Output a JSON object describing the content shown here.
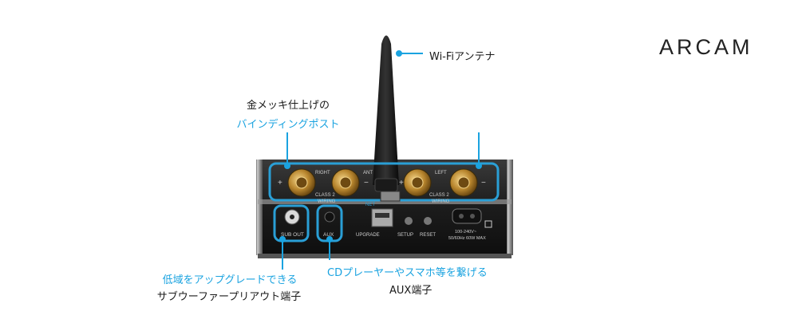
{
  "brand": "ARCAM",
  "callouts": {
    "antenna": "Wi-Fiアンテナ",
    "posts_line1": "金メッキ仕上げの",
    "posts_line2": "バインディングポスト",
    "subout_line1": "低域をアップグレードできる",
    "subout_line2": "サブウーファープリアウト端子",
    "aux_line1": "CDプレーヤーやスマホ等を繋げる",
    "aux_line2": "AUX端子"
  },
  "panel": {
    "right": "RIGHT",
    "ant": "ANT",
    "left": "LEFT",
    "class2_a": "CLASS 2",
    "class2_b": "CLASS 2",
    "wiring_a": "WIRING",
    "wiring_b": "WIRING",
    "net": "NET",
    "sub_out": "SUB OUT",
    "aux": "AUX",
    "upgrade": "UPGRADE",
    "setup": "SETUP",
    "reset": "RESET",
    "power1": "100-240V~",
    "power2": "50/60Hz 60W MAX",
    "plus": "+",
    "minus": "−"
  },
  "colors": {
    "callout_blue": "#1aa3e0",
    "highlight": "#2a9fd6"
  }
}
